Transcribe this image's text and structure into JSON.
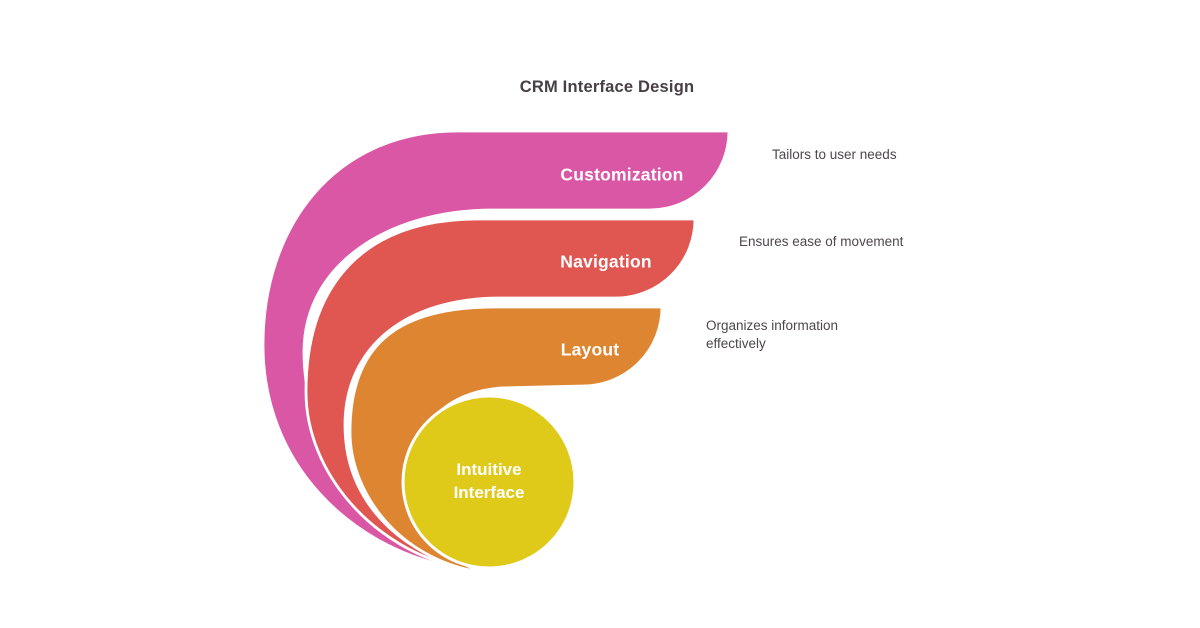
{
  "title": "CRM Interface Design",
  "bands": [
    {
      "label": "Customization",
      "description": "Tailors to user needs",
      "color": "#da57a5"
    },
    {
      "label": "Navigation",
      "description": "Ensures ease of movement",
      "color": "#e05752"
    },
    {
      "label": "Layout",
      "description": "Organizes information effectively",
      "color": "#de8531"
    }
  ],
  "center": {
    "label_line1": "Intuitive",
    "label_line2": "Interface",
    "color": "#dfca1a"
  },
  "colors": {
    "background": "#ffffff",
    "title_text": "#473f44",
    "band_label_text": "#ffffff",
    "description_text": "#4d474b",
    "separator_stroke": "#ffffff"
  }
}
